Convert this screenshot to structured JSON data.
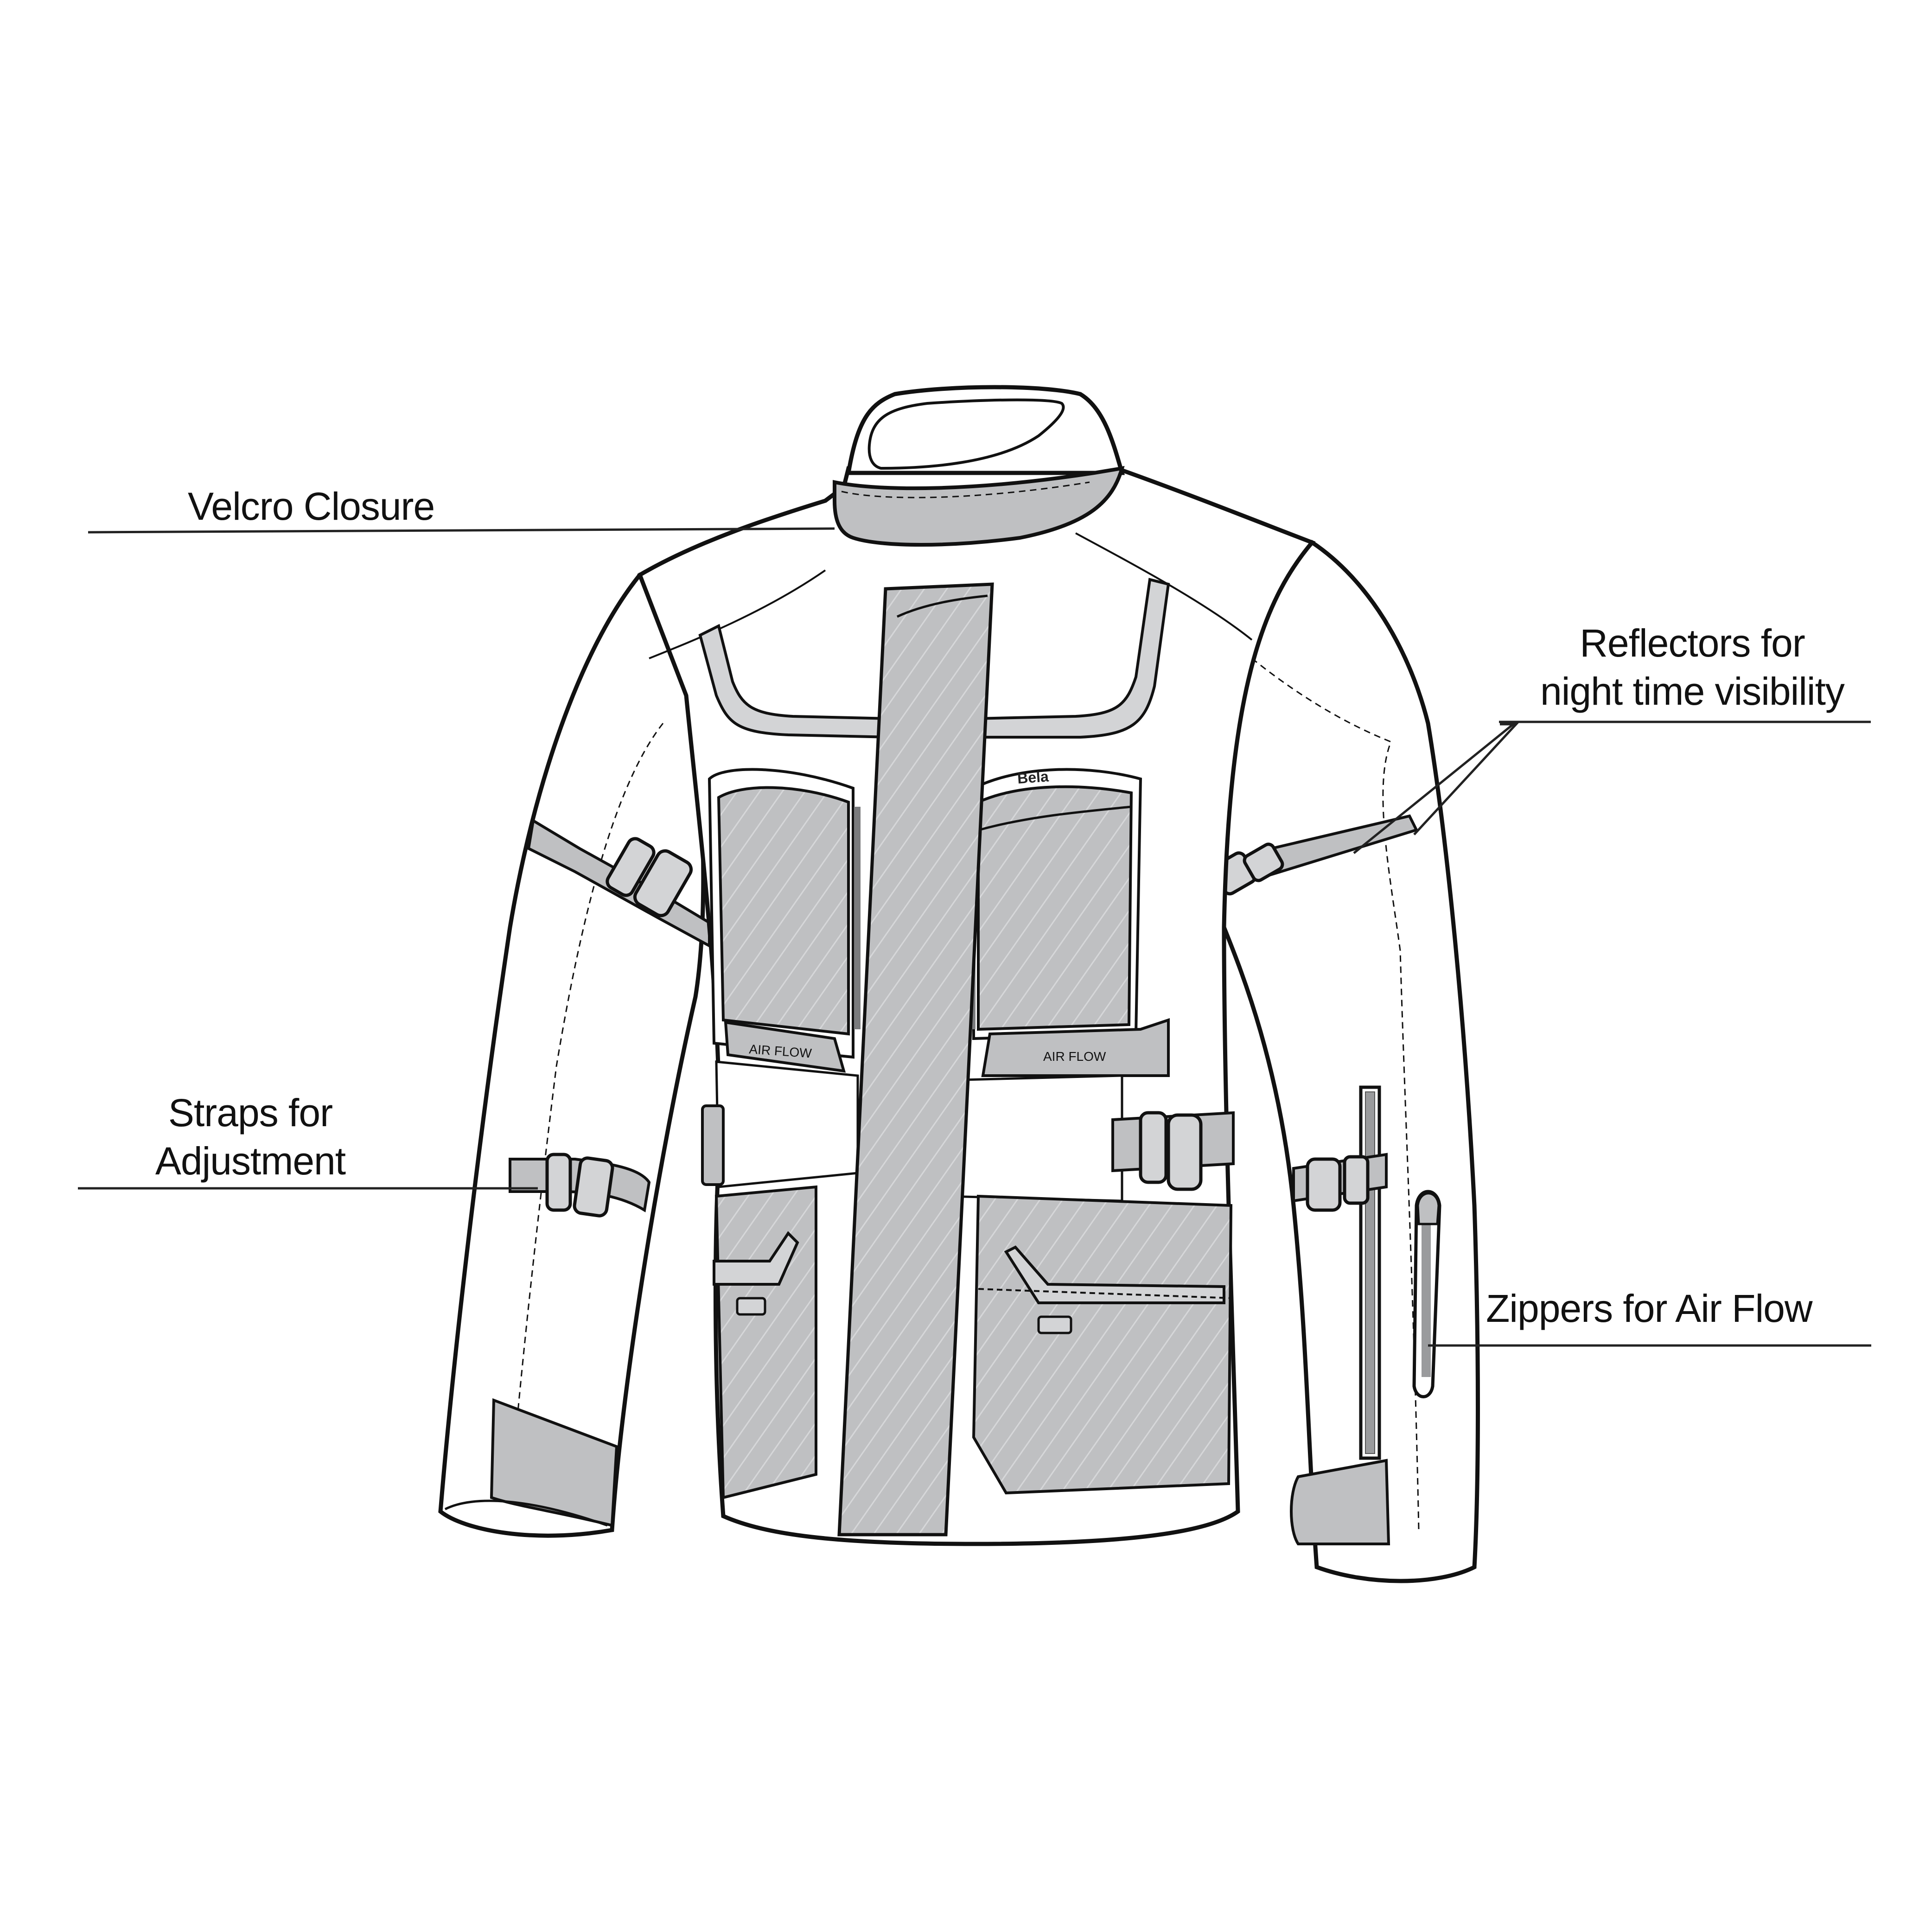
{
  "diagram": {
    "subject": "Motorcycle jacket (front view)",
    "colors": {
      "background": "#ffffff",
      "outline": "#111111",
      "panel_gray": "#bfc0c2",
      "reflector_gray": "#d3d4d6",
      "stripe_light": "#d9dadc"
    },
    "brand_mark": "Bela",
    "patches": [
      {
        "label": "AIR FLOW"
      },
      {
        "label": "AIR FLOW"
      }
    ],
    "callouts": [
      {
        "id": "velcro",
        "lines": [
          "Velcro Closure"
        ]
      },
      {
        "id": "reflectors",
        "lines": [
          "Reflectors for",
          "night time visibility"
        ]
      },
      {
        "id": "straps",
        "lines": [
          "Straps for",
          "Adjustment"
        ]
      },
      {
        "id": "zippers",
        "lines": [
          "Zippers for Air Flow"
        ]
      }
    ]
  }
}
